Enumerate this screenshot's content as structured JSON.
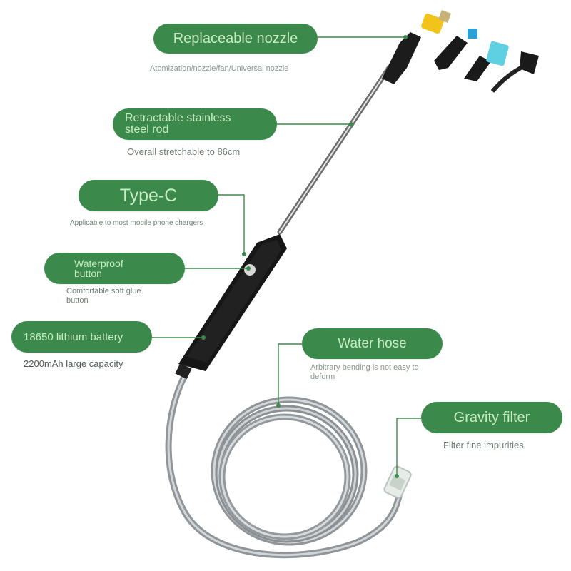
{
  "callouts": {
    "nozzle": {
      "title": "Replaceable nozzle",
      "subtitle": "Atomization/nozzle/fan/Universal nozzle"
    },
    "rod": {
      "title_line1": "Retractable stainless",
      "title_line2": "steel rod",
      "subtitle": "Overall stretchable to 86cm"
    },
    "typec": {
      "title": "Type-C",
      "subtitle": "Applicable to most mobile phone chargers"
    },
    "button": {
      "title_line1": "Waterproof",
      "title_line2": "button",
      "subtitle_line1": "Comfortable soft glue",
      "subtitle_line2": "button"
    },
    "battery": {
      "title": "18650 lithium battery",
      "subtitle": "2200mAh large capacity"
    },
    "hose": {
      "title": "Water hose",
      "subtitle_line1": "Arbitrary bending is not easy to",
      "subtitle_line2": "deform"
    },
    "filter": {
      "title": "Gravity filter",
      "subtitle": "Filter fine impurities"
    }
  },
  "colors": {
    "pill_bg": "#3b8a4b",
    "pill_text": "#c9ecc4",
    "note_text": "#6f7d72",
    "leader_line": "#3b8a4b",
    "handle": "#151515",
    "hose": "#9aa0a3"
  }
}
